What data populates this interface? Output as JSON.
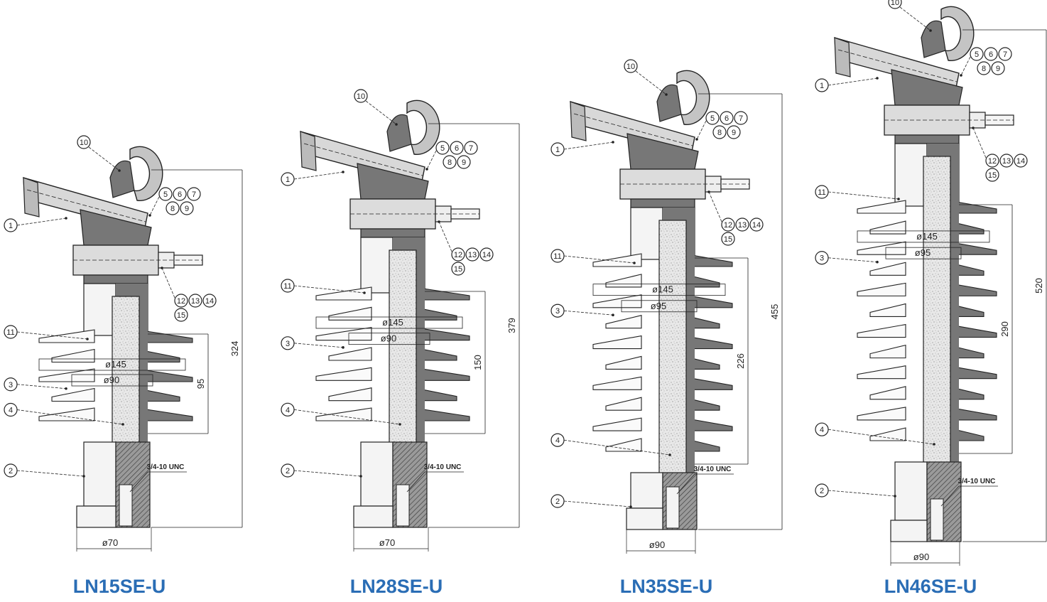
{
  "colors": {
    "title": "#2a6db5",
    "body_fill": "#777777",
    "core_fill": "#e6e6e6",
    "line": "#222222",
    "hatch": "#444444"
  },
  "insulators": [
    {
      "id": "ln15",
      "model": "LN15SE-U",
      "dims": {
        "height": "324",
        "leakage": "95",
        "shed_large": "ø145",
        "shed_small": "ø90",
        "base": "ø70"
      },
      "thread": "3/4-10 UNC",
      "callouts": {
        "n1": "1",
        "n2": "2",
        "n3": "3",
        "n4": "4",
        "n10": "10",
        "n11": "11",
        "n5": "5",
        "n6": "6",
        "n7": "7",
        "n8": "8",
        "n9": "9",
        "n12": "12",
        "n13": "13",
        "n14": "14",
        "n15": "15"
      }
    },
    {
      "id": "ln28",
      "model": "LN28SE-U",
      "dims": {
        "height": "379",
        "leakage": "150",
        "shed_large": "ø145",
        "shed_small": "ø90",
        "base": "ø70"
      },
      "thread": "3/4-10 UNC",
      "callouts": {
        "n1": "1",
        "n2": "2",
        "n3": "3",
        "n4": "4",
        "n10": "10",
        "n11": "11",
        "n5": "5",
        "n6": "6",
        "n7": "7",
        "n8": "8",
        "n9": "9",
        "n12": "12",
        "n13": "13",
        "n14": "14",
        "n15": "15"
      }
    },
    {
      "id": "ln35",
      "model": "LN35SE-U",
      "dims": {
        "height": "455",
        "leakage": "226",
        "shed_large": "ø145",
        "shed_small": "ø95",
        "base": "ø90"
      },
      "thread": "3/4-10 UNC",
      "callouts": {
        "n1": "1",
        "n2": "2",
        "n3": "3",
        "n4": "4",
        "n10": "10",
        "n11": "11",
        "n5": "5",
        "n6": "6",
        "n7": "7",
        "n8": "8",
        "n9": "9",
        "n12": "12",
        "n13": "13",
        "n14": "14",
        "n15": "15"
      }
    },
    {
      "id": "ln46",
      "model": "LN46SE-U",
      "dims": {
        "height": "520",
        "leakage": "290",
        "shed_large": "ø145",
        "shed_small": "ø95",
        "base": "ø90"
      },
      "thread": "3/4-10 UNC",
      "callouts": {
        "n1": "1",
        "n2": "2",
        "n3": "3",
        "n4": "4",
        "n10": "10",
        "n11": "11",
        "n5": "5",
        "n6": "6",
        "n7": "7",
        "n8": "8",
        "n9": "9",
        "n12": "12",
        "n13": "13",
        "n14": "14",
        "n15": "15"
      }
    }
  ]
}
